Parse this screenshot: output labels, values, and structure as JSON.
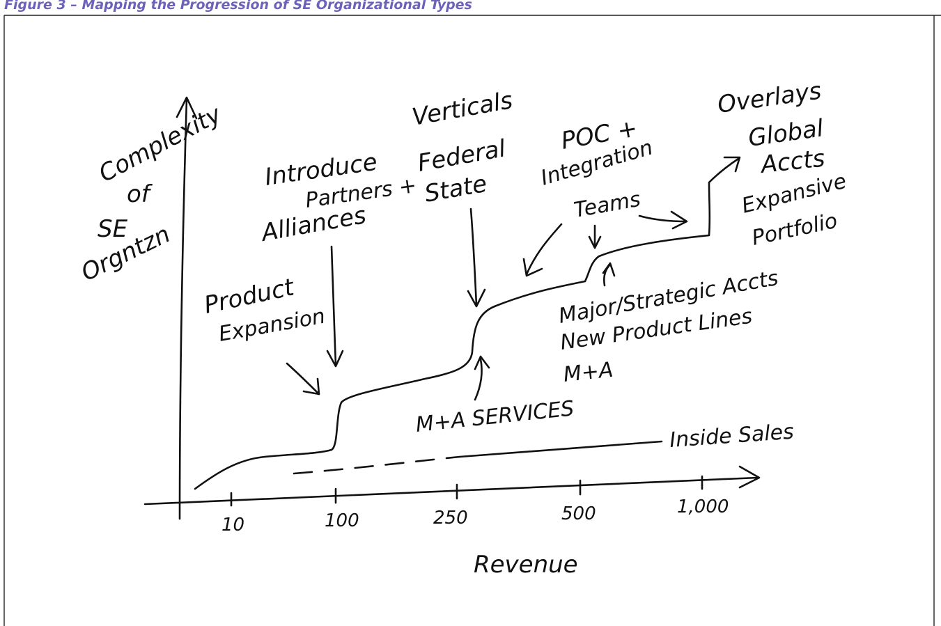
{
  "page": {
    "top_caption": "Figure 3 – Mapping the Progression of SE Organizational Types"
  },
  "axes": {
    "y_label_lines": [
      "Complexity",
      "of",
      "SE",
      "Orgntzn"
    ],
    "x_label": "Revenue",
    "x_ticks": [
      "10",
      "100",
      "250",
      "500",
      "1,000"
    ]
  },
  "annotations": {
    "product_expansion": [
      "Product",
      "Expansion"
    ],
    "partners_alliances": [
      "Introduce",
      "Partners +",
      "Alliances"
    ],
    "verticals": [
      "Verticals",
      "Federal",
      "State"
    ],
    "poc_integration": [
      "POC +",
      "Integration",
      "Teams"
    ],
    "overlays": [
      "Overlays",
      "Global",
      "Accts"
    ],
    "expansive_portfolio": [
      "Expansive",
      "Portfolio"
    ],
    "major_strategic": [
      "Major/Strategic Accts",
      "New Product Lines",
      "M+A"
    ],
    "ma_services": "M+A  SERVICES",
    "inside_sales": "Inside Sales"
  }
}
